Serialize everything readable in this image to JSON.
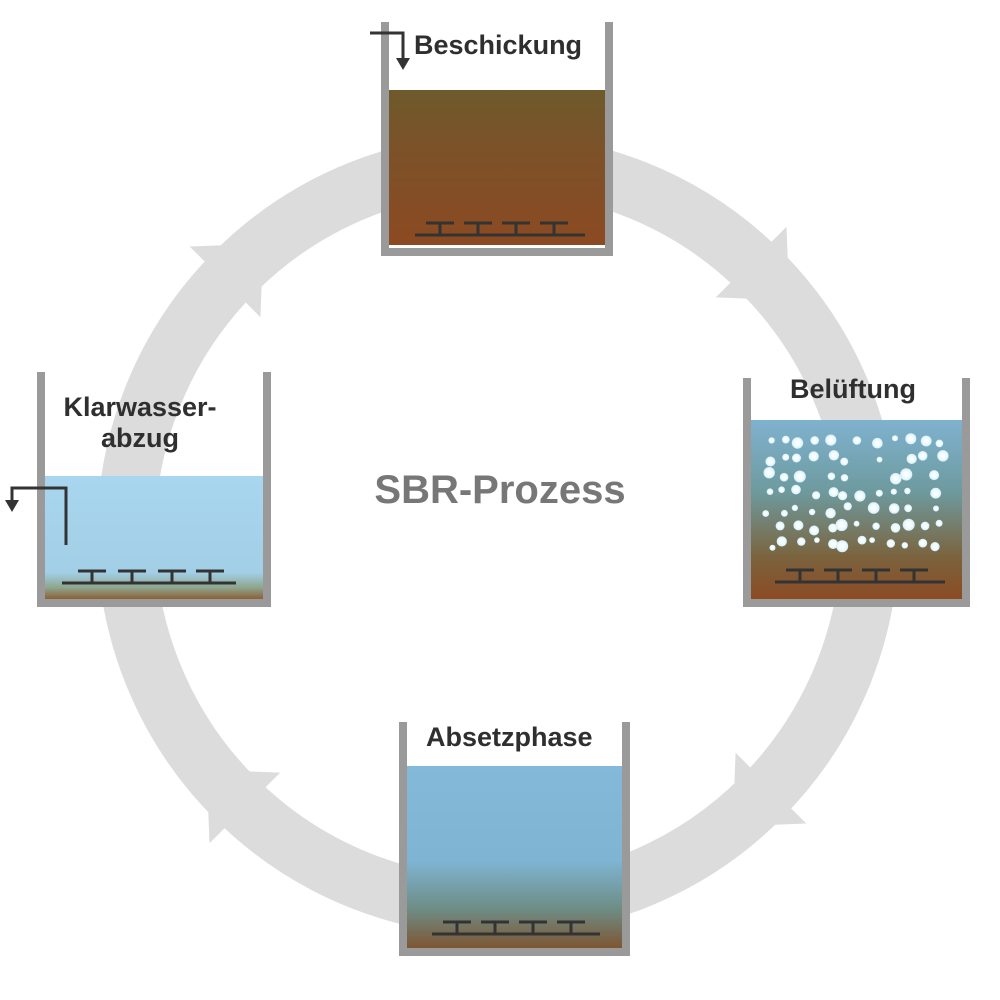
{
  "title": "SBR-Prozess",
  "phases": {
    "beschickung": {
      "label": "Beschickung"
    },
    "belueftung": {
      "label": "Belüftung"
    },
    "absetzphase": {
      "label": "Absetzphase"
    },
    "klarwasserabzug": {
      "line1": "Klarwasser-",
      "line2": "abzug"
    }
  },
  "colors": {
    "cycle": "#dcdcdc",
    "tank_wall": "#9a9a9a",
    "sludge": "#8a4a24",
    "water": "#84b9d9",
    "clear_water": "#a9d6ef",
    "aerator": "#333333"
  },
  "icons": {
    "inflow": "inflow-arrow-icon",
    "outflow": "outflow-arrow-icon",
    "cycle": "cycle-arrow-icon",
    "bubble": "air-bubble-icon"
  }
}
